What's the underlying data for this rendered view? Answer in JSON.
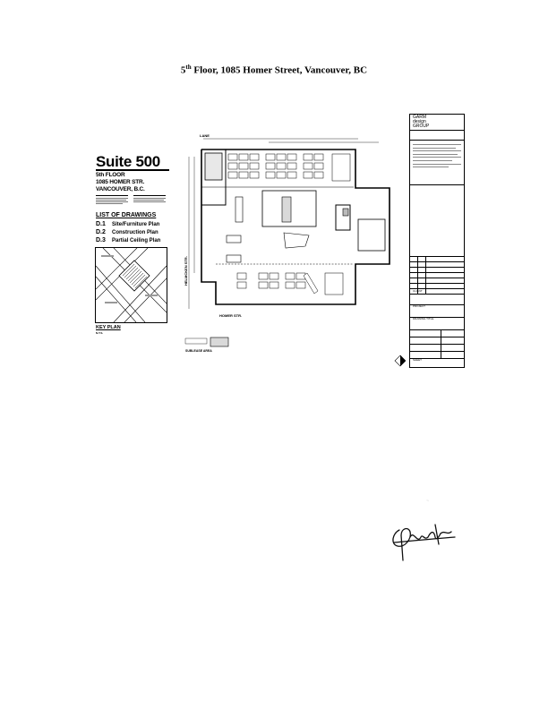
{
  "document": {
    "page_title": "Floor, 1085 Homer Street, Vancouver, BC",
    "page_title_floor": "5",
    "page_title_sup": "th"
  },
  "legend": {
    "suite_title": "Suite 500",
    "floor_label": "5th FLOOR",
    "address_line1": "1085 HOMER STR.",
    "address_line2": "VANCOUVER, B.C.",
    "list_title": "LIST OF DRAWINGS",
    "drawings": [
      {
        "num": "D.1",
        "label": "Site/Furniture Plan"
      },
      {
        "num": "D.2",
        "label": "Construction Plan"
      },
      {
        "num": "D.3",
        "label": "Partial Ceiling Plan"
      }
    ],
    "key_plan_label": "KEY PLAN",
    "key_plan_sub": "N.T.S."
  },
  "plan": {
    "lane_label": "LANE",
    "street_left": "HELMCKEN STR.",
    "street_bottom": "HOMER STR.",
    "sublease_label": "SUBLEASE AREA"
  },
  "title_block": {
    "firm_line1": "GARM",
    "firm_line2": "design",
    "firm_line3": "GROUP",
    "client_label": "CLIENT",
    "project_label": "PROJECT",
    "drawing_label": "DRAWING TITLE",
    "sheet_label": "SHEET"
  },
  "colors": {
    "ink": "#000000",
    "wall": "#000000",
    "fill": "#d9d9d9"
  }
}
